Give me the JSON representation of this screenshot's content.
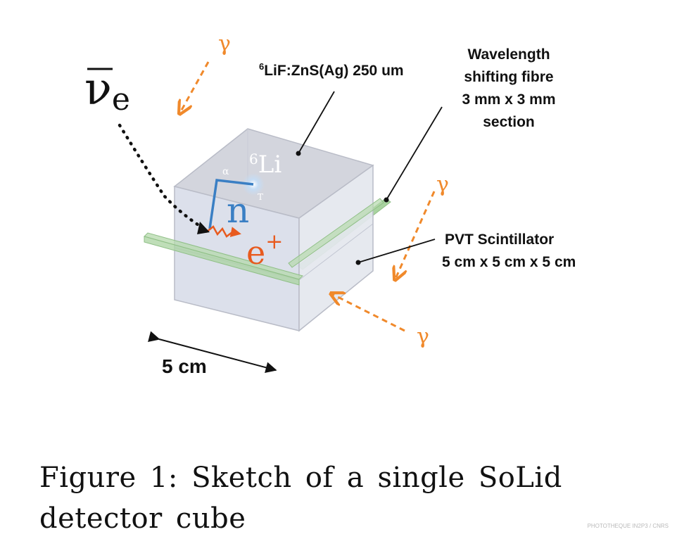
{
  "diagram": {
    "neutrino": {
      "nu": "ν",
      "sub": "e"
    },
    "layer_label": {
      "sup": "6",
      "text": "LiF:ZnS(Ag) 250 um"
    },
    "fibre_label": [
      "Wavelength",
      "shifting fibre",
      "3 mm x 3 mm",
      "section"
    ],
    "scintillator_label": [
      "PVT Scintillator",
      "5 cm x 5 cm x 5 cm"
    ],
    "li_label": {
      "sup": "6",
      "text": "Li"
    },
    "alpha": "α",
    "triton": "T",
    "neutron": "n",
    "positron": {
      "e": "e",
      "sup": "+"
    },
    "gamma": "γ",
    "dimension": "5 cm",
    "colors": {
      "photon_orange": "#f0892b",
      "neutron_blue": "#3a7fc4",
      "positron_orange": "#e85a1e",
      "fibre_green": "#a9d3a0",
      "cube_top": "#d3d5dd",
      "cube_front": "#d9dde9",
      "cube_side": "#e4e7ee"
    }
  },
  "caption": "Figure 1: Sketch of a single SoLid detector cube",
  "credit": "PHOTOTHEQUE IN2P3 / CNRS"
}
